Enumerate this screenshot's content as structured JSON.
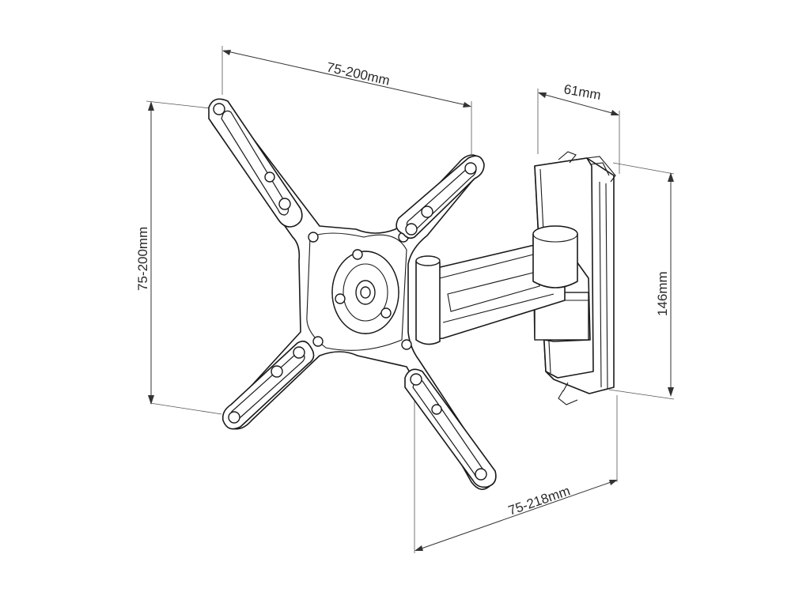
{
  "dimensions": {
    "top_width": "75-200mm",
    "left_height": "75-200mm",
    "depth": "61mm",
    "wall_plate_height": "146mm",
    "extension": "75-218mm"
  }
}
